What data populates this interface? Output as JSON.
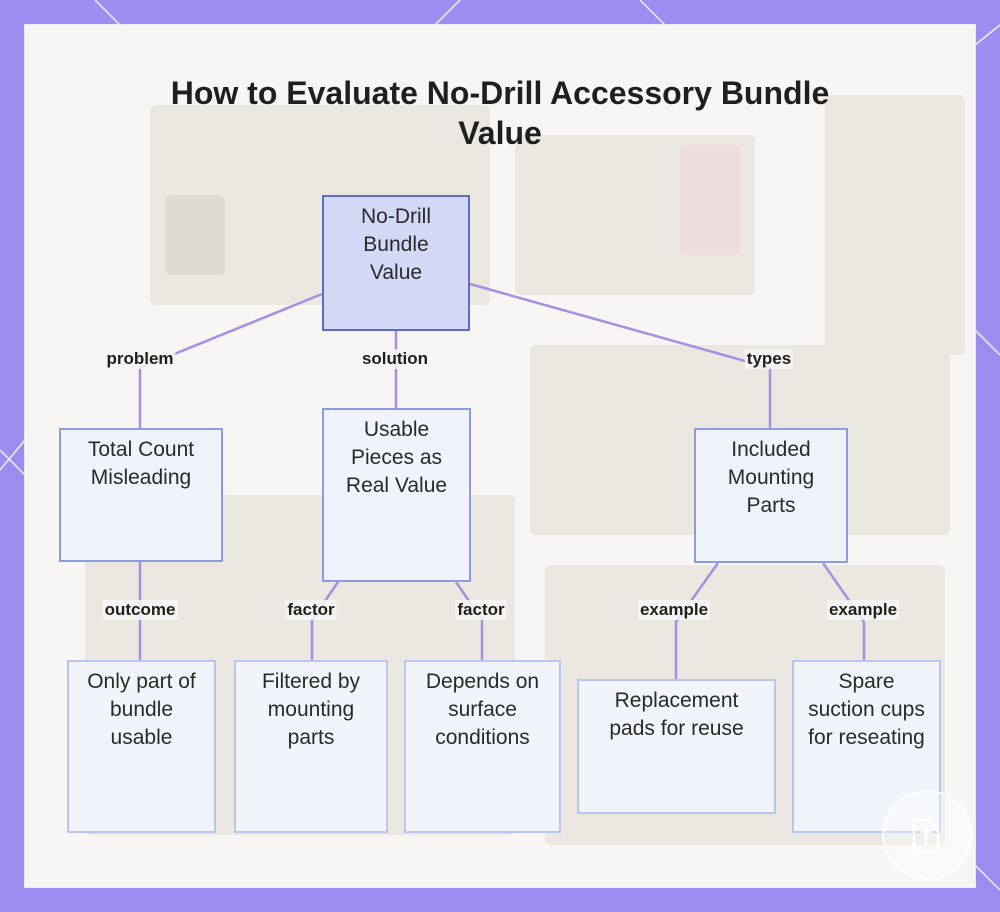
{
  "title": "How to Evaluate No-Drill Accessory Bundle Value",
  "colors": {
    "frame": "#9d8df0",
    "panel": "#f7f6f4",
    "edge": "#a590e4",
    "node_border": "#8a9de2",
    "root_fill": "#d3d8f7"
  },
  "nodes": {
    "root": "No-Drill Bundle Value",
    "problem": "Total Count Misleading",
    "solution": "Usable Pieces as Real Value",
    "types": "Included Mounting Parts",
    "outcome": "Only part of bundle usable",
    "factor1": "Filtered by mounting parts",
    "factor2": "Depends on surface conditions",
    "example1": "Replacement pads for reuse",
    "example2": "Spare suction cups for reseating"
  },
  "edge_labels": {
    "problem": "problem",
    "solution": "solution",
    "types": "types",
    "outcome": "outcome",
    "factor1": "factor",
    "factor2": "factor",
    "example1": "example",
    "example2": "example"
  },
  "watermark_icon": "brand-logo-icon"
}
